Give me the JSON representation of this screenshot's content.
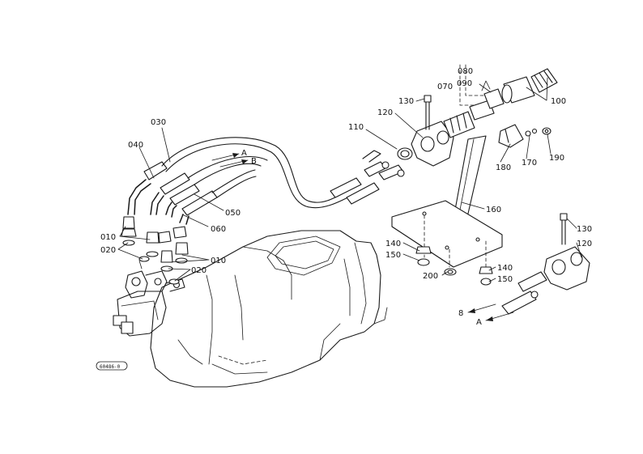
{
  "labels": {
    "l030": "030",
    "l040": "040",
    "l050": "050",
    "l060": "060",
    "l010a": "010",
    "l020a": "020",
    "l010b": "010",
    "l020b": "020",
    "l110": "110",
    "l120a": "120",
    "l130a": "130",
    "l080": "080",
    "l090": "090",
    "l070": "070",
    "l100": "100",
    "l180": "180",
    "l170": "170",
    "l190": "190",
    "l160": "160",
    "l140a": "140",
    "l150a": "150",
    "l200": "200",
    "l140b": "140",
    "l150b": "150",
    "l130b": "130",
    "l120b": "120",
    "lA1": "A",
    "lB1": "B",
    "lB2": "8",
    "lA2": "A"
  },
  "stamp": "60486-0"
}
